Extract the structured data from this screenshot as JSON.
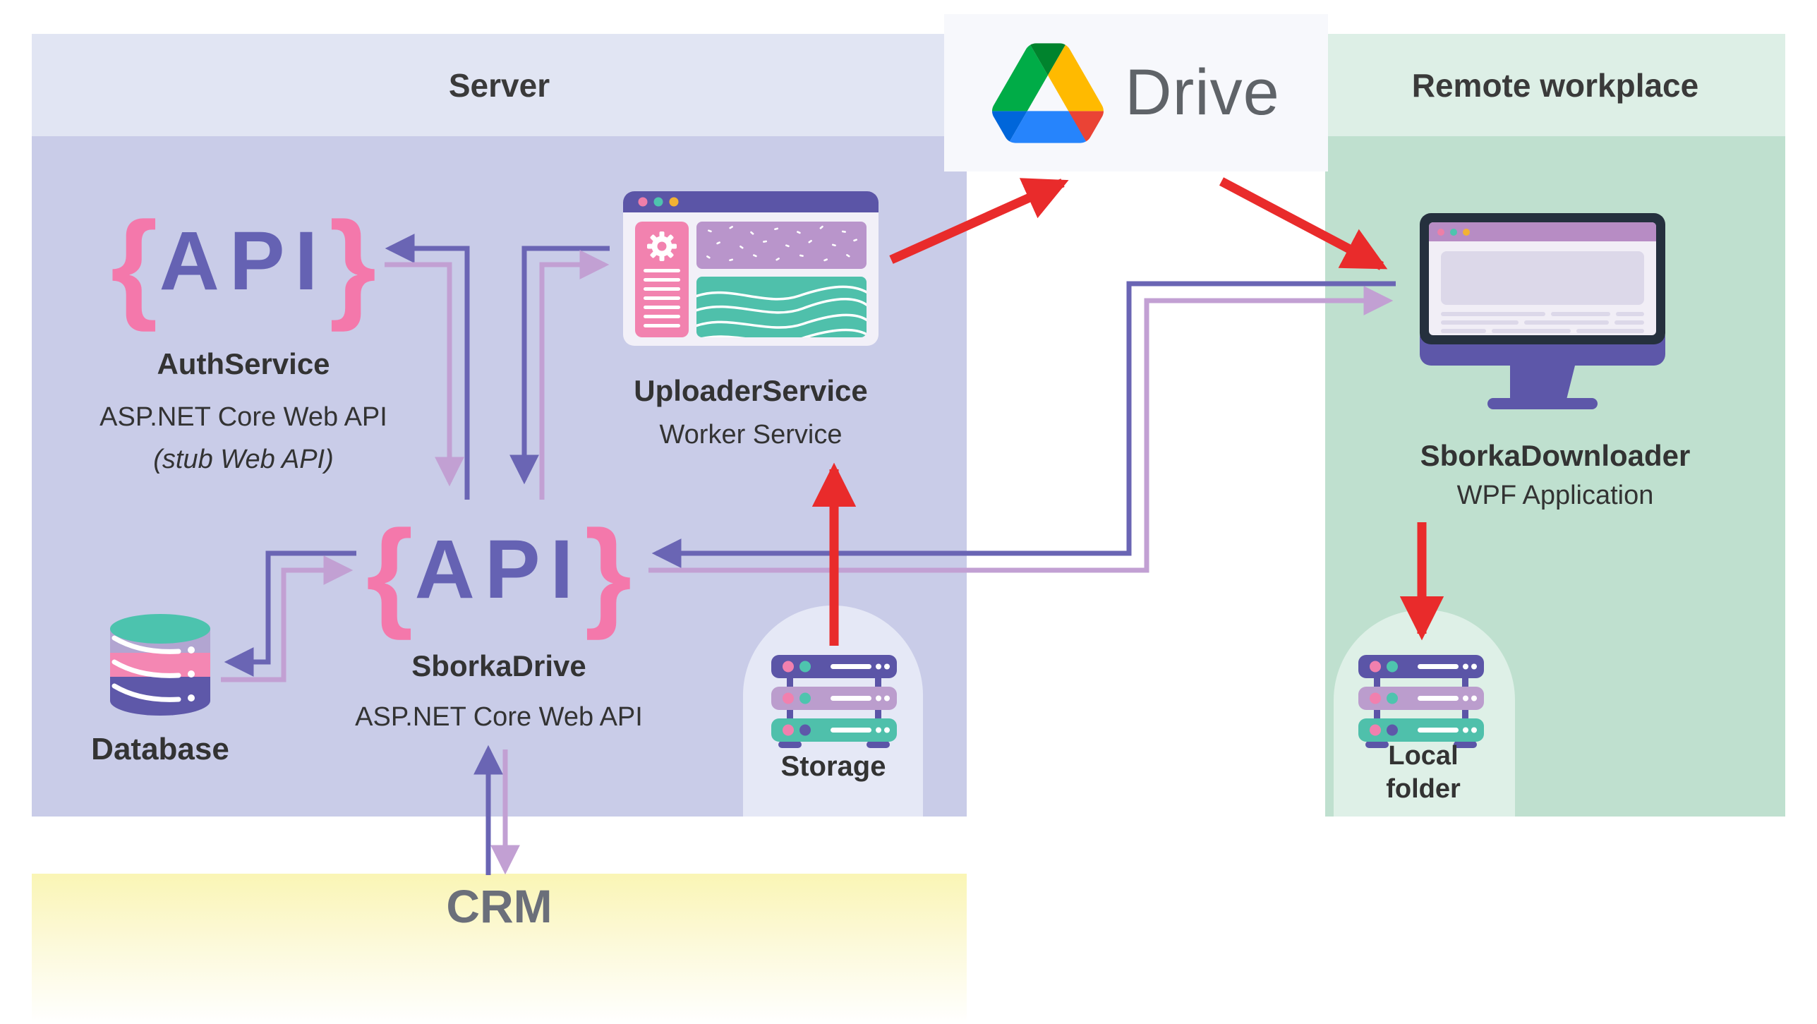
{
  "panels": {
    "server": {
      "title": "Server"
    },
    "remote_workplace": {
      "title": "Remote workplace"
    },
    "crm": {
      "title": "CRM"
    },
    "google_drive": {
      "title": "Drive"
    }
  },
  "nodes": {
    "auth_service": {
      "logo_left": "{",
      "logo_text": "API",
      "logo_right": "}",
      "name": "AuthService",
      "subtitle": "ASP.NET Core Web API",
      "note": "(stub Web API)"
    },
    "uploader_service": {
      "name": "UploaderService",
      "subtitle": "Worker Service"
    },
    "sborka_drive": {
      "logo_left": "{",
      "logo_text": "API",
      "logo_right": "}",
      "name": "SborkaDrive",
      "subtitle": "ASP.NET Core Web API"
    },
    "database": {
      "label": "Database"
    },
    "storage": {
      "label": "Storage"
    },
    "sborka_downloader": {
      "name": "SborkaDownloader",
      "subtitle": "WPF Application"
    },
    "local_folder": {
      "label": "Local folder",
      "label_line1": "Local",
      "label_line2": "folder"
    }
  },
  "connections": [
    {
      "from": "SborkaDrive",
      "to": "AuthService",
      "style": "purple"
    },
    {
      "from": "AuthService",
      "to": "SborkaDrive",
      "style": "lavender"
    },
    {
      "from": "UploaderService",
      "to": "SborkaDrive",
      "style": "purple"
    },
    {
      "from": "SborkaDrive",
      "to": "UploaderService",
      "style": "lavender"
    },
    {
      "from": "SborkaDrive",
      "to": "Database",
      "style": "purple"
    },
    {
      "from": "Database",
      "to": "SborkaDrive",
      "style": "lavender"
    },
    {
      "from": "CRM",
      "to": "SborkaDrive",
      "style": "purple"
    },
    {
      "from": "SborkaDrive",
      "to": "CRM",
      "style": "lavender"
    },
    {
      "from": "SborkaDownloader",
      "to": "SborkaDrive",
      "style": "purple"
    },
    {
      "from": "SborkaDrive",
      "to": "SborkaDownloader",
      "style": "lavender"
    },
    {
      "from": "UploaderService",
      "to": "Google Drive",
      "style": "red"
    },
    {
      "from": "Google Drive",
      "to": "SborkaDownloader",
      "style": "red"
    },
    {
      "from": "Storage",
      "to": "UploaderService",
      "style": "red"
    },
    {
      "from": "SborkaDownloader",
      "to": "Local folder",
      "style": "red"
    }
  ],
  "colors": {
    "server_header": "#e1e5f3",
    "server_body": "#c9cce8",
    "remote_header": "#ddefe6",
    "remote_body": "#bfe0cf",
    "crm_top": "#faf5b5",
    "drive_card": "#f7f8fc",
    "arrow_purple": "#6a65b4",
    "arrow_lavender": "#c2a0d3",
    "arrow_red": "#e92b2b",
    "brace_pink": "#f478ab",
    "api_purple": "#6562b3",
    "text_dark": "#333333",
    "crm_text": "#6b6f7a",
    "drive_text": "#5f6368"
  },
  "icons": [
    "google-drive-logo",
    "browser-window-icon",
    "monitor-icon",
    "database-icon",
    "server-rack-icon"
  ]
}
